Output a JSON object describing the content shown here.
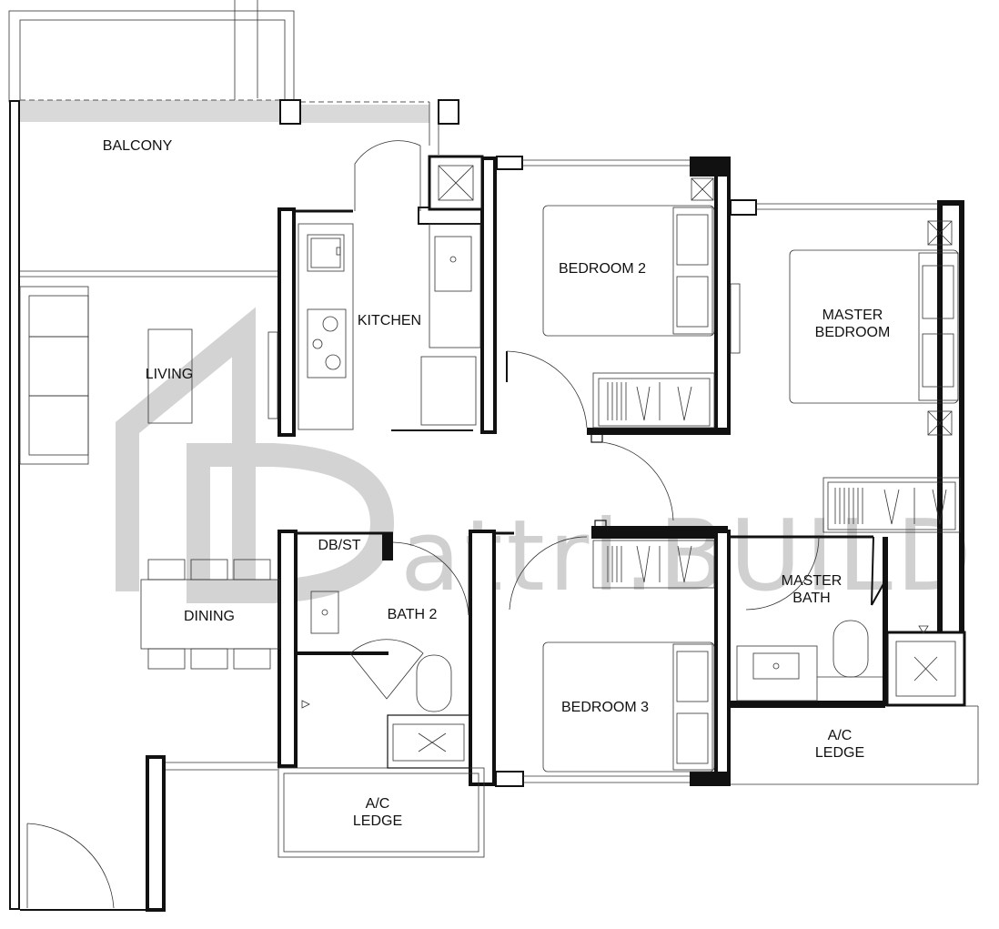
{
  "rooms": {
    "balcony": "BALCONY",
    "kitchen": "KITCHEN",
    "living": "LIVING",
    "bedroom_2": "BEDROOM 2",
    "master_bedroom_line1": "MASTER",
    "master_bedroom_line2": "BEDROOM",
    "dining": "DINING",
    "db_st": "DB/ST",
    "bath_2": "BATH 2",
    "master_bath_line1": "MASTER",
    "master_bath_line2": "BATH",
    "bedroom_3": "BEDROOM 3",
    "ac_ledge_left_line1": "A/C",
    "ac_ledge_left_line2": "LEDGE",
    "ac_ledge_right_line1": "A/C",
    "ac_ledge_right_line2": "LEDGE"
  },
  "watermark": {
    "text": "attri.BUILD"
  },
  "colors": {
    "wall": "#111111",
    "balcony_strip": "#d9d9d9",
    "watermark": "#d0d0d0",
    "background": "#ffffff"
  }
}
